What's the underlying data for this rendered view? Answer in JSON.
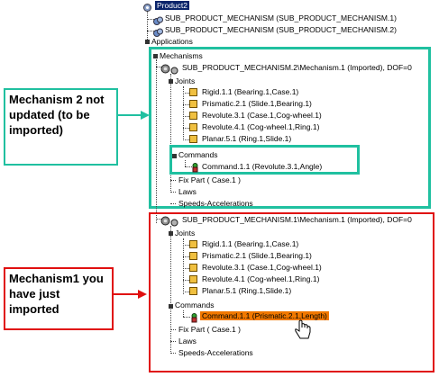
{
  "tree": {
    "product": "Product2",
    "sub1": "SUB_PRODUCT_MECHANISM (SUB_PRODUCT_MECHANISM.1)",
    "sub2": "SUB_PRODUCT_MECHANISM (SUB_PRODUCT_MECHANISM.2)",
    "applications": "Applications",
    "mechanisms": "Mechanisms",
    "mech2": {
      "title": "SUB_PRODUCT_MECHANISM.2\\Mechanism.1 (Imported), DOF=0",
      "joints_label": "Joints",
      "joints": [
        "Rigid.1.1 (Bearing.1,Case.1)",
        "Prismatic.2.1 (Slide.1,Bearing.1)",
        "Revolute.3.1 (Case.1,Cog-wheel.1)",
        "Revolute.4.1 (Cog-wheel.1,Ring.1)",
        "Planar.5.1 (Ring.1,Slide.1)"
      ],
      "commands_label": "Commands",
      "command": "Command.1.1 (Revolute.3.1,Angle)",
      "fix_part": "Fix Part ( Case.1 )",
      "laws": "Laws",
      "speeds": "Speeds-Accelerations"
    },
    "mech1": {
      "title": "SUB_PRODUCT_MECHANISM.1\\Mechanism.1 (Imported), DOF=0",
      "joints_label": "Joints",
      "joints": [
        "Rigid.1.1 (Bearing.1,Case.1)",
        "Prismatic.2.1 (Slide.1,Bearing.1)",
        "Revolute.3.1 (Case.1,Cog-wheel.1)",
        "Revolute.4.1 (Cog-wheel.1,Ring.1)",
        "Planar.5.1 (Ring.1,Slide.1)"
      ],
      "commands_label": "Commands",
      "command": "Command.1.1 (Prismatic.2.1,Length)",
      "fix_part": "Fix Part ( Case.1 )",
      "laws": "Laws",
      "speeds": "Speeds-Accelerations"
    }
  },
  "callouts": {
    "top": "Mechanism 2 not updated (to be imported)",
    "bottom": "Mechanism1 you have just imported"
  },
  "colors": {
    "teal": "#20c0a0",
    "red": "#e01010",
    "select_bg": "#0a246a",
    "command_highlight": "#f07800"
  }
}
